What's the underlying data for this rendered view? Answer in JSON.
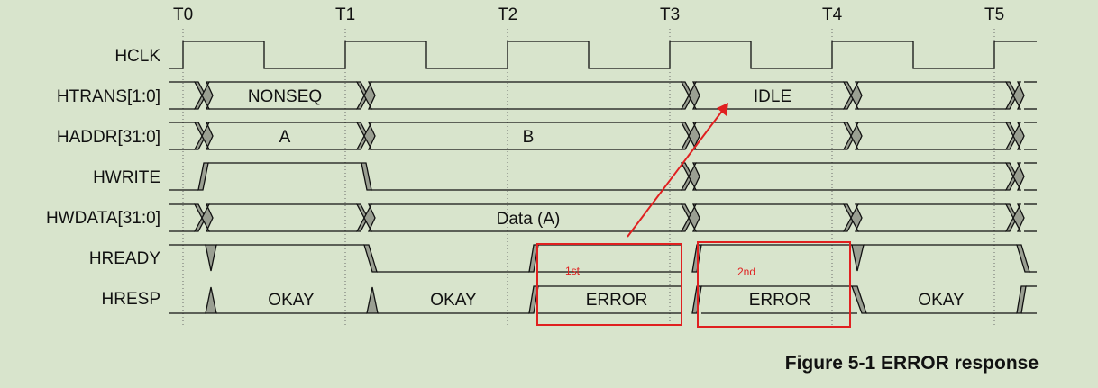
{
  "time_markers": [
    "T0",
    "T1",
    "T2",
    "T3",
    "T4",
    "T5"
  ],
  "signals": [
    "HCLK",
    "HTRANS[1:0]",
    "HADDR[31:0]",
    "HWRITE",
    "HWDATA[31:0]",
    "HREADY",
    "HRESP"
  ],
  "values": {
    "htrans_nonseq": "NONSEQ",
    "htrans_idle": "IDLE",
    "haddr_a": "A",
    "haddr_b": "B",
    "hwdata": "Data (A)",
    "hresp_okay_1": "OKAY",
    "hresp_okay_2": "OKAY",
    "hresp_error_1": "ERROR",
    "hresp_error_2": "ERROR",
    "hresp_okay_3": "OKAY"
  },
  "annotations": {
    "first_cycle": "1st",
    "second_cycle": "2nd"
  },
  "colors": {
    "background": "#d8e4cc",
    "signal_line": "#111111",
    "transition_fill": "#9a9f92",
    "annotation": "#e02020"
  },
  "caption": "Figure 5-1 ERROR response"
}
